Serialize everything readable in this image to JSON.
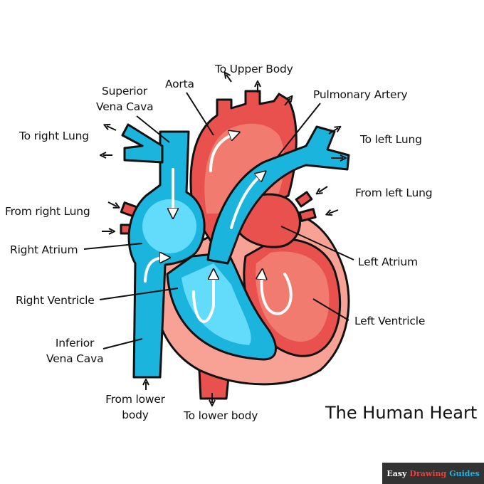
{
  "title": "The Human Heart",
  "labels": {
    "to_upper_body": "To Upper Body",
    "aorta": "Aorta",
    "superior_vena_cava_1": "Superior",
    "superior_vena_cava_2": "Vena Cava",
    "pulmonary_artery": "Pulmonary Artery",
    "to_right_lung": "To right Lung",
    "to_left_lung": "To left Lung",
    "from_left_lung": "From left Lung",
    "from_right_lung": "From right Lung",
    "right_atrium": "Right Atrium",
    "left_atrium": "Left Atrium",
    "right_ventricle": "Right Ventricle",
    "left_ventricle": "Left Ventricle",
    "inferior_vena_cava_1": "Inferior",
    "inferior_vena_cava_2": "Vena Cava",
    "from_lower_body_1": "From lower",
    "from_lower_body_2": "body",
    "to_lower_body": "To lower body"
  },
  "logo": {
    "word1": "Easy",
    "word2": "Drawing",
    "word3": "Guides",
    "color1": "#ffffff",
    "color2": "#e8403a",
    "color3": "#1fb6e6"
  },
  "colors": {
    "blue": "#1ab4dc",
    "light_blue": "#62dcfa",
    "red": "#e8514d",
    "salmon": "#f27b70",
    "pink": "#f7a295",
    "outline": "#111111"
  }
}
